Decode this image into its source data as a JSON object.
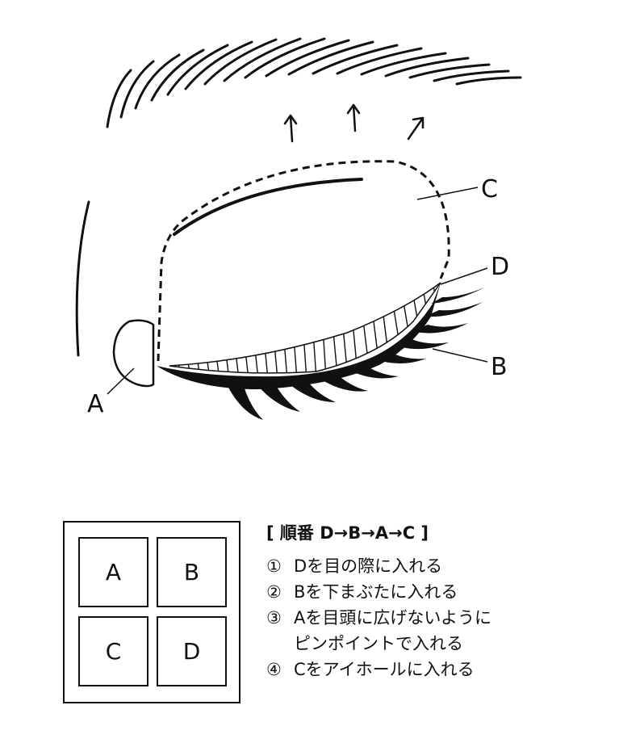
{
  "labels": {
    "a": "A",
    "b": "B",
    "c": "C",
    "d": "D"
  },
  "arrows": [
    "↑",
    "↑",
    "↗"
  ],
  "palette": {
    "cells": [
      "A",
      "B",
      "C",
      "D"
    ]
  },
  "instructions": {
    "title": "[ 順番 D→B→A→C ]",
    "steps": [
      {
        "num": "①",
        "text": "Dを目の際に入れる"
      },
      {
        "num": "②",
        "text": "Bを下まぶたに入れる"
      },
      {
        "num": "③",
        "text": "Aを目頭に広げないように",
        "text2": "ピンポイントで入れる"
      },
      {
        "num": "④",
        "text": "Cをアイホールに入れる"
      }
    ]
  }
}
